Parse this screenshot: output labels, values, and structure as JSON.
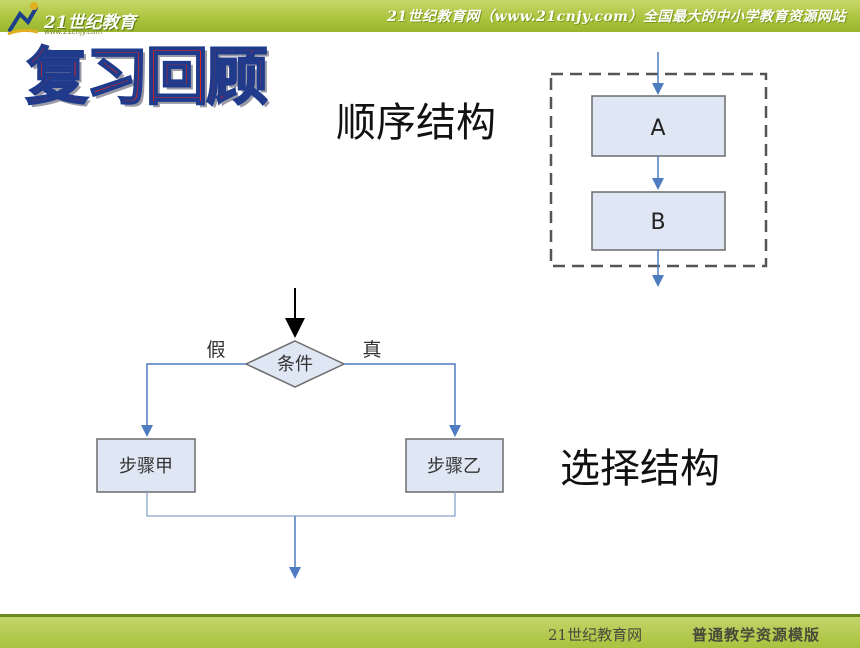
{
  "header": {
    "logo_text": "21世纪教育",
    "logo_url": "www.21cnjy.com",
    "banner_text": "21世纪教育网（www.21cnjy.com）全国最大的中小学教育资源网站"
  },
  "title": "复习回顾",
  "sequence": {
    "label": "顺序结构",
    "block_a": "A",
    "block_b": "B"
  },
  "selection": {
    "label": "选择结构",
    "condition": "条件",
    "false_label": "假",
    "true_label": "真",
    "step_a": "步骤甲",
    "step_b": "步骤乙"
  },
  "footer": {
    "left": "21世纪教育网",
    "right": "普通教学资源模版"
  },
  "colors": {
    "banner": "#aac33c",
    "title_fill": "#d92623",
    "title_outline": "#203a8c",
    "box_fill": "#dfe6f4",
    "arrow": "#4f7bc0"
  }
}
